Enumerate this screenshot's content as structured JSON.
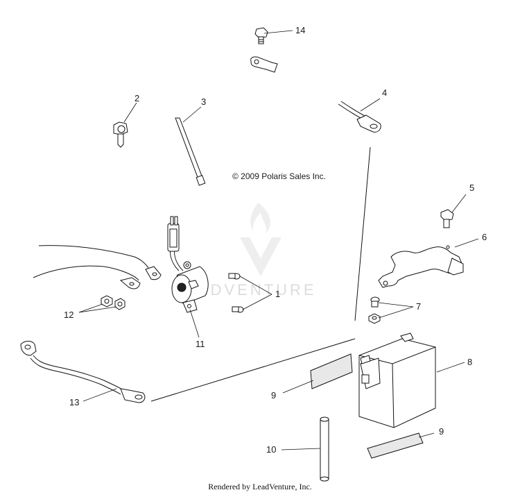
{
  "diagram": {
    "copyright": "© 2009 Polaris Sales Inc.",
    "watermark": "LEADVENTURE",
    "footer": "Rendered by LeadVenture, Inc.",
    "callouts": {
      "c1": "1",
      "c2": "2",
      "c3": "3",
      "c4": "4",
      "c5": "5",
      "c6": "6",
      "c7": "7",
      "c8": "8",
      "c9a": "9",
      "c9b": "9",
      "c10": "10",
      "c11": "11",
      "c12": "12",
      "c13": "13",
      "c14": "14"
    }
  }
}
